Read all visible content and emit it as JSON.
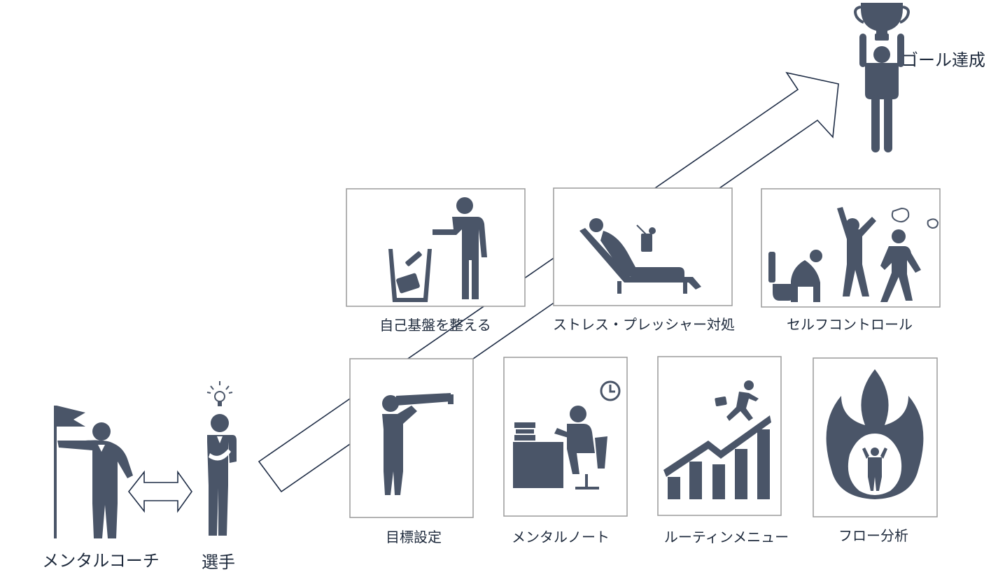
{
  "colors": {
    "icon": "#4a5568",
    "frame": "#9a9a9a",
    "arrow": "#1f2d46",
    "text": "#1e2a3c"
  },
  "goal": {
    "label": "ゴール達成"
  },
  "people": {
    "coach": "メンタルコーチ",
    "athlete": "選手"
  },
  "upper_steps": [
    {
      "label": "自己基盤を整える",
      "icon": "trash-disposal-icon"
    },
    {
      "label": "ストレス・プレッシャー対処",
      "icon": "reclining-relax-icon"
    },
    {
      "label": "セルフコントロール",
      "icon": "emotion-states-icon"
    }
  ],
  "lower_steps": [
    {
      "label": "目標設定",
      "icon": "telescope-icon"
    },
    {
      "label": "メンタルノート",
      "icon": "desk-writing-icon"
    },
    {
      "label": "ルーティンメニュー",
      "icon": "growth-chart-icon"
    },
    {
      "label": "フロー分析",
      "icon": "flame-icon"
    }
  ]
}
